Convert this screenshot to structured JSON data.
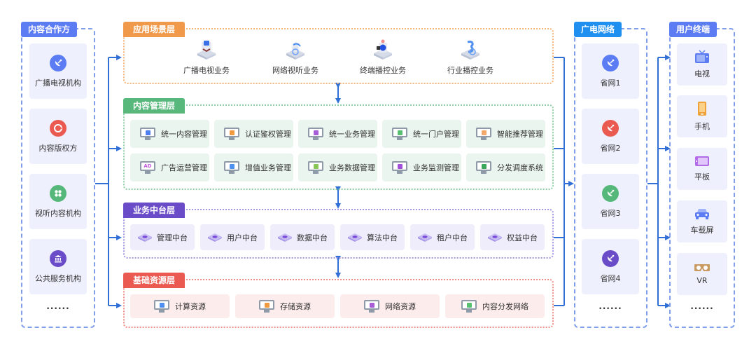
{
  "partners": {
    "title": "内容合作方",
    "items": [
      {
        "label": "广播电视机构",
        "icon": "satellite-dish-icon",
        "color": "#5b7cf2"
      },
      {
        "label": "内容版权方",
        "icon": "copyright-icon",
        "color": "#ea5a50"
      },
      {
        "label": "视听内容机构",
        "icon": "cluster-icon",
        "color": "#55b87a"
      },
      {
        "label": "公共服务机构",
        "icon": "bank-icon",
        "color": "#6a4cc8"
      }
    ],
    "more": "......"
  },
  "layers": {
    "app": {
      "title": "应用场景层",
      "color": "#f0994a",
      "items": [
        {
          "label": "广播电视业务",
          "icon": "broadcast-tv-3d-icon"
        },
        {
          "label": "网络视听业务",
          "icon": "network-av-3d-icon"
        },
        {
          "label": "终端播控业务",
          "icon": "terminal-control-3d-icon"
        },
        {
          "label": "行业播控业务",
          "icon": "industry-control-3d-icon"
        }
      ]
    },
    "content": {
      "title": "内容管理层",
      "color": "#58b87b",
      "items": [
        {
          "label": "统一内容管理",
          "icon": "content-doc-icon",
          "accent": "#4f7ef0"
        },
        {
          "label": "认证鉴权管理",
          "icon": "user-auth-icon",
          "accent": "#f0993f"
        },
        {
          "label": "统一业务管理",
          "icon": "grid-service-icon",
          "accent": "#a55ed8"
        },
        {
          "label": "统一门户管理",
          "icon": "portal-icon",
          "accent": "#58c070"
        },
        {
          "label": "智能推荐管理",
          "icon": "recommend-icon",
          "accent": "#f2a86a"
        },
        {
          "label": "广告运营管理",
          "icon": "ad-icon",
          "accent": "#c257e0",
          "badge": "AD"
        },
        {
          "label": "增值业务管理",
          "icon": "value-added-icon",
          "accent": "#4f8ff0"
        },
        {
          "label": "业务数据管理",
          "icon": "data-chart-icon",
          "accent": "#88c657"
        },
        {
          "label": "业务监测管理",
          "icon": "monitor-check-icon",
          "accent": "#a14fd8"
        },
        {
          "label": "分发调度系统",
          "icon": "distribute-icon",
          "accent": "#3aa85a"
        }
      ]
    },
    "middle": {
      "title": "业务中台层",
      "color": "#6a4cc8",
      "items": [
        {
          "label": "管理中台",
          "icon": "platform-cube-icon"
        },
        {
          "label": "用户中台",
          "icon": "platform-cube-icon"
        },
        {
          "label": "数据中台",
          "icon": "platform-cube-icon"
        },
        {
          "label": "算法中台",
          "icon": "platform-cube-icon"
        },
        {
          "label": "租户中台",
          "icon": "platform-cube-icon"
        },
        {
          "label": "权益中台",
          "icon": "platform-cube-icon"
        }
      ]
    },
    "base": {
      "title": "基础资源层",
      "color": "#ea5a50",
      "items": [
        {
          "label": "计算资源",
          "icon": "compute-icon",
          "accent": "#4f8ff0"
        },
        {
          "label": "存储资源",
          "icon": "storage-icon",
          "accent": "#f0993f"
        },
        {
          "label": "网络资源",
          "icon": "network-icon",
          "accent": "#a55ed8"
        },
        {
          "label": "内容分发网络",
          "icon": "cdn-icon",
          "accent": "#58c070"
        }
      ]
    }
  },
  "network": {
    "title": "广电网络",
    "color": "#1f8ff0",
    "items": [
      {
        "label": "省网1",
        "icon": "satellite-dish-icon",
        "color": "#5b7cf2"
      },
      {
        "label": "省网2",
        "icon": "satellite-dish-icon",
        "color": "#ea5a50"
      },
      {
        "label": "省网3",
        "icon": "satellite-dish-icon",
        "color": "#55b87a"
      },
      {
        "label": "省网4",
        "icon": "satellite-dish-icon",
        "color": "#6a4cc8"
      }
    ],
    "more": "......"
  },
  "terminals": {
    "title": "用户终端",
    "items": [
      {
        "label": "电视",
        "icon": "tv-icon"
      },
      {
        "label": "手机",
        "icon": "phone-icon"
      },
      {
        "label": "平板",
        "icon": "tablet-icon"
      },
      {
        "label": "车载屏",
        "icon": "car-icon"
      },
      {
        "label": "VR",
        "icon": "vr-glasses-icon"
      }
    ],
    "more": "......"
  },
  "colors": {
    "primary": "#5b7cf2",
    "connector": "#2f6fd6",
    "side_border": "#7f9de8"
  }
}
